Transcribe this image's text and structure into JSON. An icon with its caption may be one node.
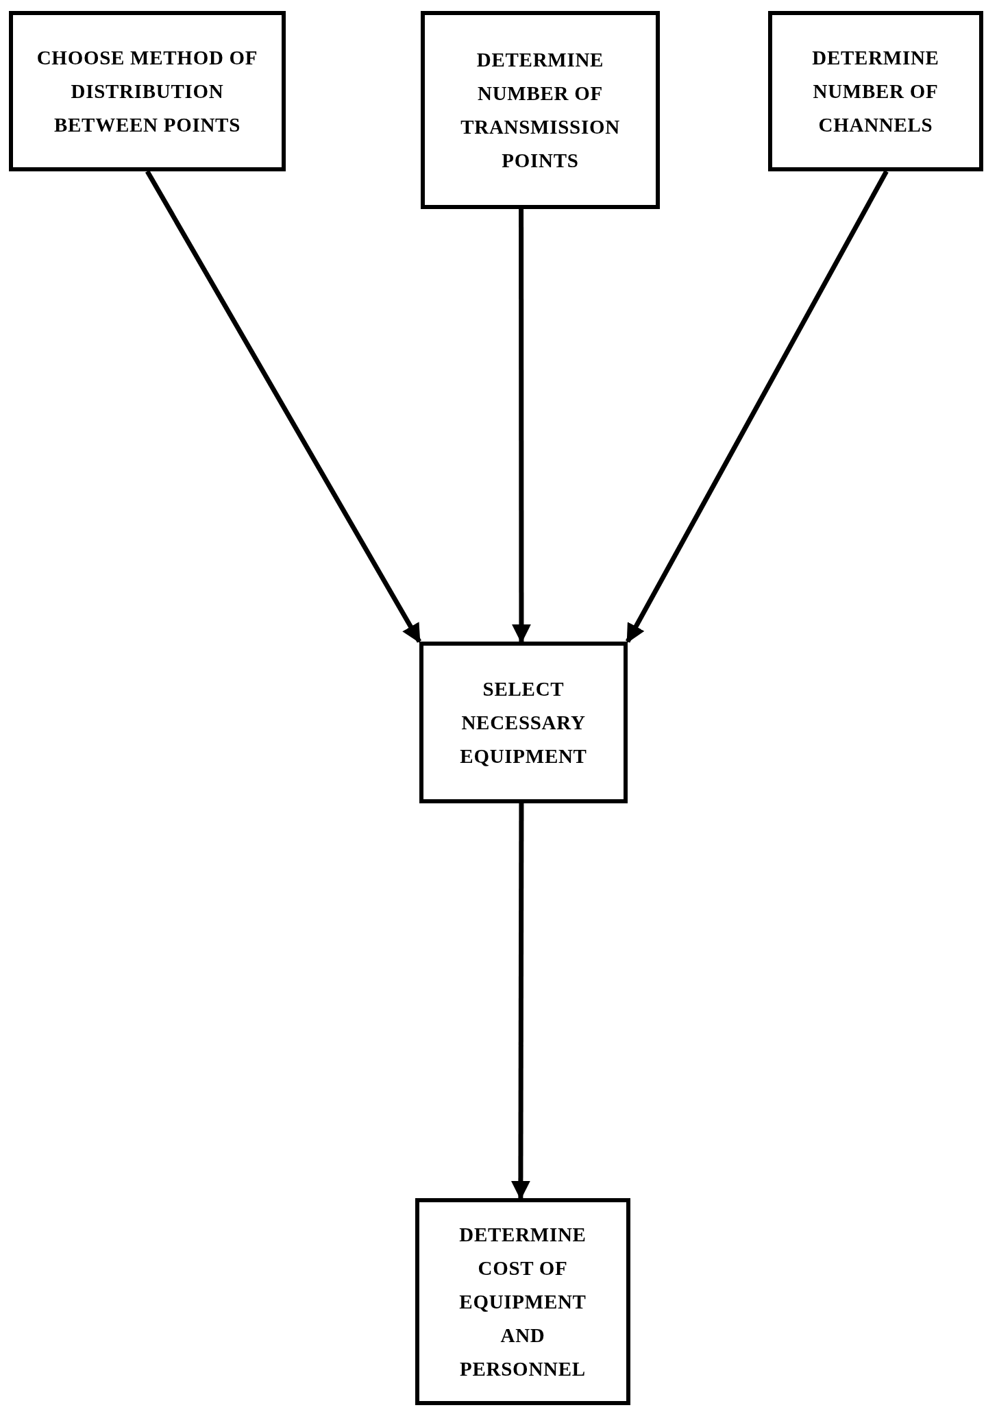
{
  "diagram": {
    "nodes": [
      {
        "text": [
          "CHOOSE METHOD OF DISTRIBUTION BETWEEN POINTS"
        ]
      },
      {
        "text": [
          "DETERMINE NUMBER OF TRANSMISSION POINTS"
        ]
      },
      {
        "text": [
          "DETERMINE NUMBER OF CHANNELS"
        ]
      },
      {
        "text": [
          "SELECT NECESSARY EQUIPMENT"
        ]
      },
      {
        "text": [
          "DETERMINE COST OF EQUIPMENT AND PERSONNEL"
        ]
      }
    ],
    "edges": [
      {
        "from": 0,
        "to": 3,
        "arrow": "to"
      },
      {
        "from": 1,
        "to": 3,
        "arrow": "to"
      },
      {
        "from": 2,
        "to": 3,
        "arrow": "to"
      },
      {
        "from": 3,
        "to": 4,
        "arrow": "to"
      }
    ]
  }
}
